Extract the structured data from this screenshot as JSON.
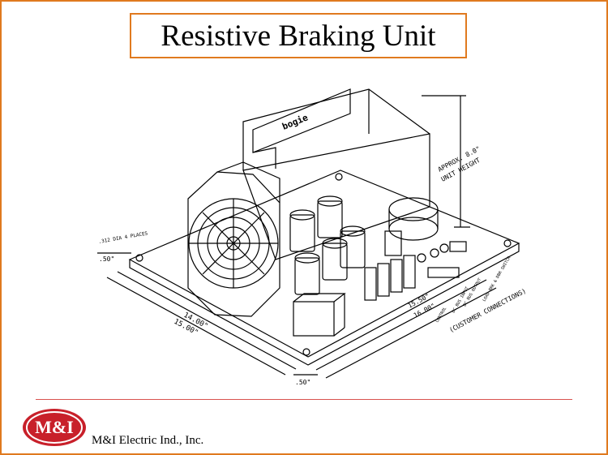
{
  "title": "Resistive Braking Unit",
  "company": "M&I Electric Ind., Inc.",
  "logo_text": "M&I",
  "brand_colors": {
    "frame": "#e07a1f",
    "divider": "#d9534f",
    "logo_red": "#c8202a"
  },
  "drawing_labels": {
    "height_line1": "APPROX. 8.0\"",
    "height_line2": "UNIT HEIGHT",
    "depth_outer": "14.00\"",
    "depth_total": "15.00\"",
    "width_inner": "15.50\"",
    "width_outer": "16.00\"",
    "offset_left": ".50\"",
    "offset_bottom": ".50\"",
    "holes": ".312 DIA 4 PLACES",
    "customer": "(CUSTOMER CONNECTIONS)",
    "nameplate": "bogie",
    "terminal_a": "CONTROL",
    "terminal_b": "DC BUS INPUT",
    "terminal_c": "DC BUS OUTPUT",
    "terminal_d": "LOAD BRK & DBR SWITCH"
  }
}
